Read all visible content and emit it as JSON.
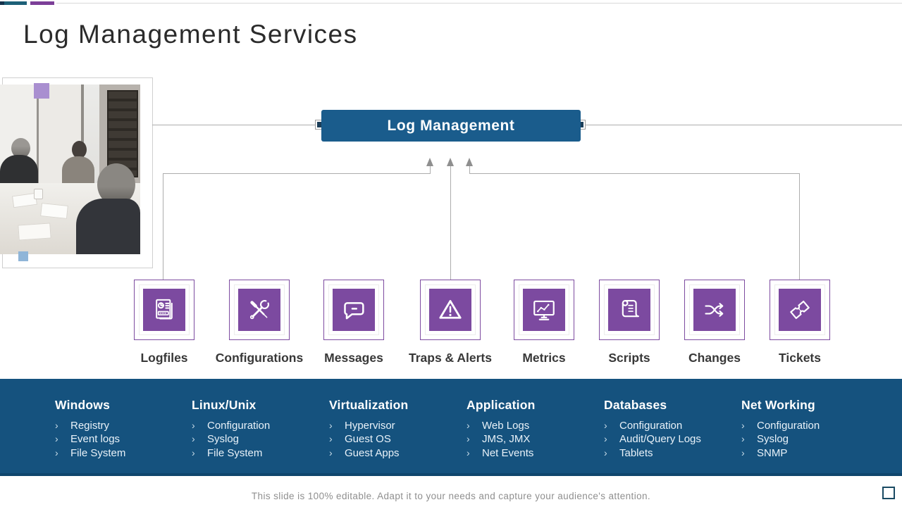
{
  "slide": {
    "title": "Log Management Services",
    "footer": "This slide is 100% editable. Adapt it to your needs and capture your audience's attention."
  },
  "diagram": {
    "root_label": "Log Management",
    "nodes": [
      {
        "label": "Logfiles",
        "icon": "logfile-report-icon"
      },
      {
        "label": "Configurations",
        "icon": "crossed-tools-icon"
      },
      {
        "label": "Messages",
        "icon": "speech-bubble-icon"
      },
      {
        "label": "Traps & Alerts",
        "icon": "warning-triangle-icon"
      },
      {
        "label": "Metrics",
        "icon": "monitor-chart-icon"
      },
      {
        "label": "Scripts",
        "icon": "scroll-icon"
      },
      {
        "label": "Changes",
        "icon": "shuffle-arrows-icon"
      },
      {
        "label": "Tickets",
        "icon": "ticket-icon"
      }
    ]
  },
  "band": {
    "bullet": "›",
    "columns": [
      {
        "title": "Windows",
        "items": [
          "Registry",
          "Event logs",
          "File System"
        ]
      },
      {
        "title": "Linux/Unix",
        "items": [
          "Configuration",
          "Syslog",
          "File System"
        ]
      },
      {
        "title": "Virtualization",
        "items": [
          "Hypervisor",
          "Guest OS",
          "Guest Apps"
        ]
      },
      {
        "title": "Application",
        "items": [
          "Web Logs",
          "JMS, JMX",
          "Net Events"
        ]
      },
      {
        "title": "Databases",
        "items": [
          "Configuration",
          "Audit/Query Logs",
          "Tablets"
        ]
      },
      {
        "title": "Net Working",
        "items": [
          "Configuration",
          "Syslog",
          "SNMP"
        ]
      }
    ]
  },
  "colors": {
    "accent_purple": "#7c4aa0",
    "decor_purple": "#7c3f98",
    "band_blue": "#15527e",
    "root_box_blue": "#1a5c8c",
    "handle_navy": "#1c3e59",
    "line_gray": "#adadad",
    "title_gray": "#2b2b2b"
  }
}
